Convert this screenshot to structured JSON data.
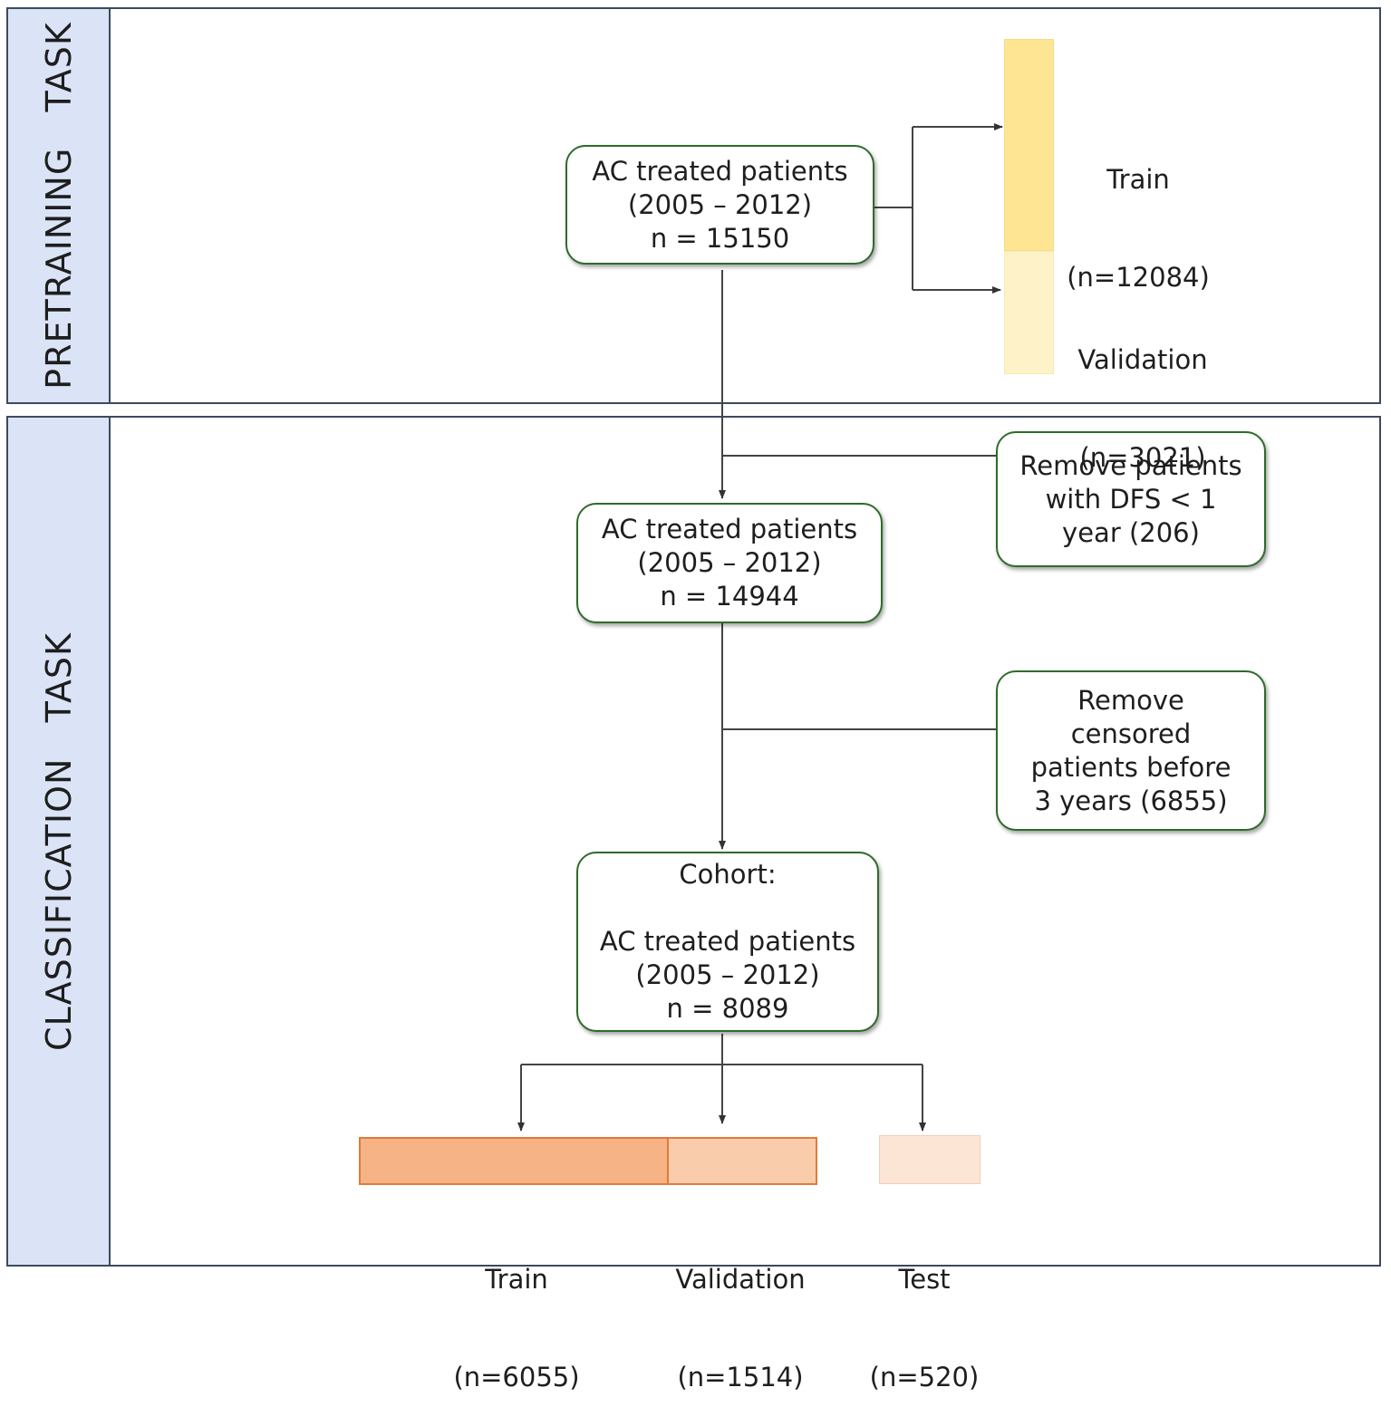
{
  "sections": {
    "pretraining": {
      "label": "PRETRAINING   TASK"
    },
    "classification": {
      "label": "CLASSIFICATION   TASK"
    }
  },
  "nodes": {
    "pretrain_cohort": {
      "lines": [
        "AC treated patients",
        "(2005 – 2012)",
        "n = 15150"
      ]
    },
    "cohort_after_dfs": {
      "lines": [
        "AC treated patients",
        "(2005 – 2012)",
        "n = 14944"
      ]
    },
    "exclusion_dfs": {
      "lines": [
        "Remove patients",
        "with DFS < 1",
        "year (206)"
      ]
    },
    "exclusion_censored": {
      "lines": [
        "Remove",
        "censored",
        "patients before",
        "3 years (6855)"
      ]
    },
    "final_cohort": {
      "lines": [
        "Cohort:",
        " ",
        "AC treated patients",
        "(2005 – 2012)",
        "n = 8089"
      ]
    }
  },
  "pretraining_split": {
    "train": {
      "label": "Train",
      "count": "(n=12084)",
      "color": "#fde593"
    },
    "validation": {
      "label": "Validation",
      "count": "(n=3021)",
      "color": "#fef3c8"
    }
  },
  "classification_split": {
    "train": {
      "label": "Train",
      "count": "(n=6055)",
      "color": "#f6b486"
    },
    "validation": {
      "label": "Validation",
      "count": "(n=1514)",
      "color": "#f9cdac"
    },
    "test": {
      "label": "Test",
      "count": "(n=520)",
      "color": "#fde5d6"
    }
  },
  "colors": {
    "sidebar": "#dbe4f7",
    "box_border": "#2f6b2a",
    "section_border": "#3c4a5c"
  }
}
